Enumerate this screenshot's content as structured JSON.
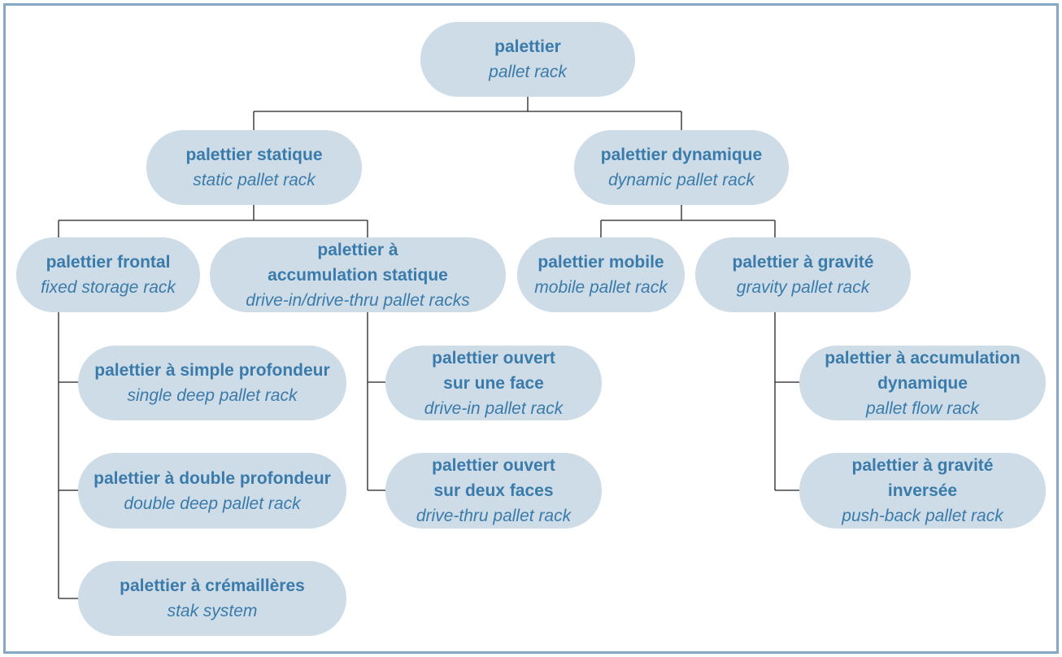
{
  "nodes": {
    "root": {
      "fr": [
        "palettier"
      ],
      "en": "pallet rack"
    },
    "static": {
      "fr": [
        "palettier statique"
      ],
      "en": "static pallet rack"
    },
    "dynamic": {
      "fr": [
        "palettier dynamique"
      ],
      "en": "dynamic pallet rack"
    },
    "frontal": {
      "fr": [
        "palettier frontal"
      ],
      "en": "fixed storage rack"
    },
    "accum_static": {
      "fr": [
        "palettier à",
        "accumulation statique"
      ],
      "en": "drive-in/drive-thru pallet racks"
    },
    "mobile": {
      "fr": [
        "palettier mobile"
      ],
      "en": "mobile pallet rack"
    },
    "gravity": {
      "fr": [
        "palettier à gravité"
      ],
      "en": "gravity pallet rack"
    },
    "single": {
      "fr": [
        "palettier à simple profondeur"
      ],
      "en": "single deep pallet rack"
    },
    "double": {
      "fr": [
        "palettier à double profondeur"
      ],
      "en": "double deep pallet rack"
    },
    "cremailleres": {
      "fr": [
        "palettier à crémaillères"
      ],
      "en": "stak system"
    },
    "open_one": {
      "fr": [
        "palettier ouvert",
        "sur une face"
      ],
      "en": "drive-in pallet rack"
    },
    "open_two": {
      "fr": [
        "palettier ouvert",
        "sur deux faces"
      ],
      "en": "drive-thru pallet rack"
    },
    "accum_dynamic": {
      "fr": [
        "palettier à accumulation",
        "dynamique"
      ],
      "en": "pallet flow rack"
    },
    "gravity_inverse": {
      "fr": [
        "palettier à gravité",
        "inversée"
      ],
      "en": "push-back pallet rack"
    }
  },
  "colors": {
    "node_fill": "#cddce6",
    "text": "#3a7bab",
    "frame": "#84a9c6",
    "connector": "#222222"
  }
}
